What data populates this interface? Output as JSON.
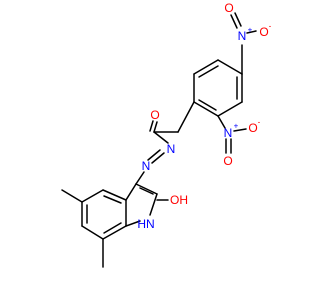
{
  "atom_colors": {
    "oxygen": "#ff0000",
    "nitrogen": "#0000ff",
    "carbon": "#000000"
  },
  "labels": {
    "nitro_top_n": "N",
    "nitro_top_o_right": "O",
    "nitro_top_o_left": "O",
    "nitro_top_plus": "+",
    "nitro_top_minus": "-",
    "nitro_side_n": "N",
    "nitro_side_o_right": "O",
    "nitro_side_o_below": "O",
    "nitro_side_plus": "+",
    "nitro_side_minus": "-",
    "carbonyl_o": "O",
    "azo_n1": "N",
    "azo_n2": "N",
    "hydroxyl": "OH",
    "amine": "HN"
  }
}
